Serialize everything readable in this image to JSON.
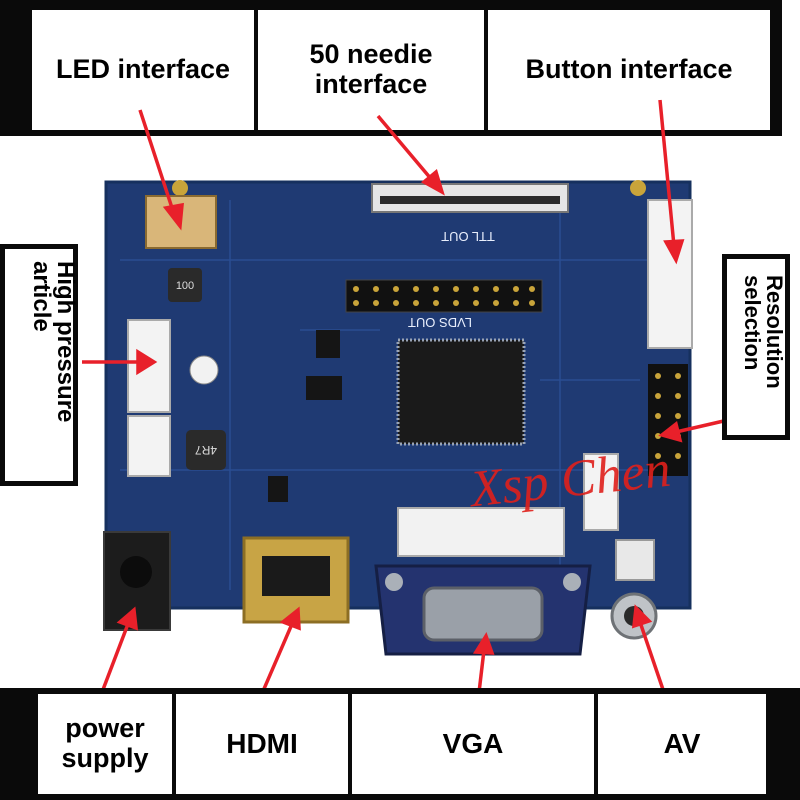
{
  "top_labels": {
    "led": "LED interface",
    "needle_line1": "50 needie",
    "needle_line2": "interface",
    "button": "Button interface"
  },
  "side_labels": {
    "high_pressure_line1": "High pressure",
    "high_pressure_line2": "article",
    "resolution_line1": "Resolution",
    "resolution_line2": "selection"
  },
  "bottom_labels": {
    "power_line1": "power",
    "power_line2": "supply",
    "hdmi": "HDMI",
    "vga": "VGA",
    "av": "AV"
  },
  "board_silkscreen": {
    "ttl_out": "TTL OUT",
    "lvds_out": "LVDS OUT",
    "inductor_100": "100",
    "inductor_4r7": "4R7"
  },
  "watermark": "Xsp Chen",
  "colors": {
    "board": "#1f3a73",
    "arrow": "#e8202a",
    "frame": "#0a0a0a"
  }
}
